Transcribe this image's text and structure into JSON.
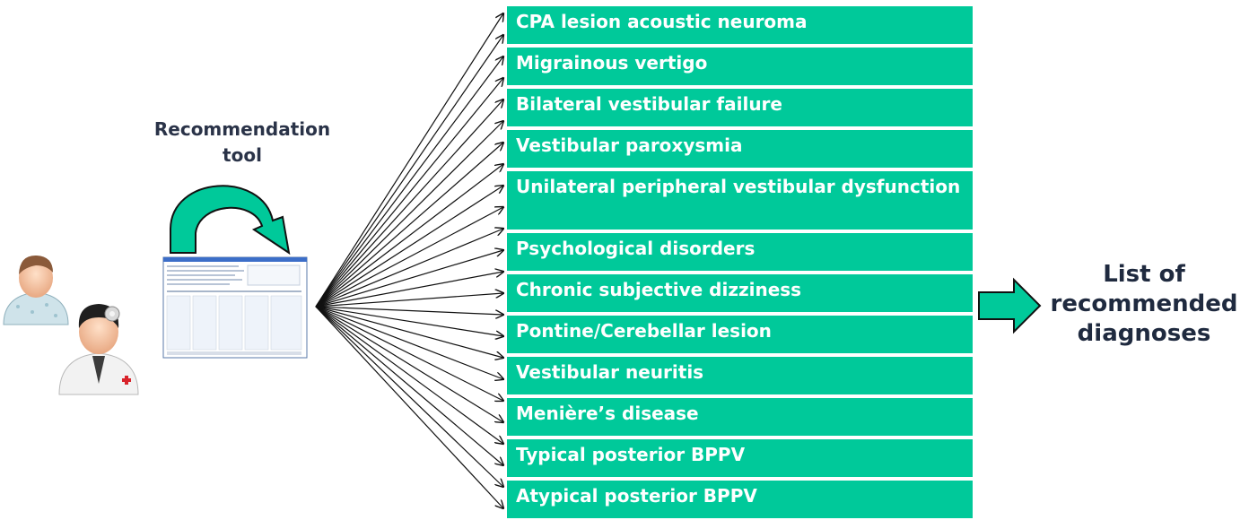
{
  "tool_label": "Recommendation tool",
  "result_label": "List of recommended diagnoses",
  "diagnoses": [
    "CPA lesion acoustic neuroma",
    "Migrainous vertigo",
    "Bilateral vestibular failure",
    "Vestibular paroxysmia",
    "Unilateral peripheral vestibular dysfunction",
    "Psychological disorders",
    "Chronic subjective dizziness",
    "Pontine/Cerebellar lesion",
    "Vestibular neuritis",
    "Menière’s disease",
    "Typical posterior BPPV",
    "Atypical posterior BPPV"
  ],
  "colors": {
    "box_fill": "#00c99a",
    "box_text": "#ffffff",
    "label_text": "#2a3348",
    "arrow_fill": "#00c99a",
    "arrow_stroke": "#1a1a1a"
  },
  "icons": [
    "patient-icon",
    "doctor-icon",
    "software-window-icon",
    "curved-arrow-icon",
    "block-arrow-icon"
  ]
}
